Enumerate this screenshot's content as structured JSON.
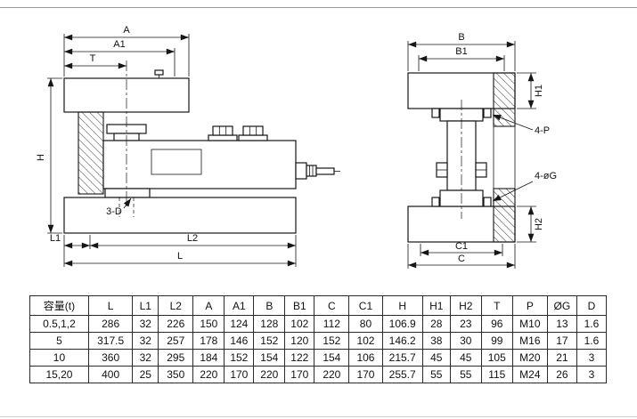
{
  "drawing": {
    "left_view": {
      "dim_a": "A",
      "dim_a1": "A1",
      "dim_t": "T",
      "dim_h": "H",
      "dim_l1": "L1",
      "dim_l2": "L2",
      "dim_l": "L",
      "holes_label": "3-D"
    },
    "right_view": {
      "dim_b": "B",
      "dim_b1": "B1",
      "dim_h1": "H1",
      "dim_h2": "H2",
      "dim_c1": "C1",
      "dim_c": "C",
      "bolts_label": "4-P",
      "holes_label": "4-øG"
    }
  },
  "table": {
    "headers": [
      "容量(t)",
      "L",
      "L1",
      "L2",
      "A",
      "A1",
      "B",
      "B1",
      "C",
      "C1",
      "H",
      "H1",
      "H2",
      "T",
      "P",
      "ØG",
      "D"
    ],
    "rows": [
      [
        "0.5,1,2",
        "286",
        "32",
        "226",
        "150",
        "124",
        "128",
        "102",
        "112",
        "80",
        "106.9",
        "28",
        "23",
        "96",
        "M10",
        "13",
        "1.6"
      ],
      [
        "5",
        "317.5",
        "32",
        "257",
        "178",
        "146",
        "152",
        "120",
        "152",
        "102",
        "146.2",
        "38",
        "30",
        "99",
        "M16",
        "17",
        "1.6"
      ],
      [
        "10",
        "360",
        "32",
        "295",
        "184",
        "152",
        "154",
        "122",
        "154",
        "106",
        "215.7",
        "45",
        "45",
        "105",
        "M20",
        "21",
        "3"
      ],
      [
        "15,20",
        "400",
        "25",
        "350",
        "220",
        "170",
        "220",
        "170",
        "220",
        "170",
        "255.7",
        "55",
        "55",
        "115",
        "M24",
        "26",
        "3"
      ]
    ]
  }
}
